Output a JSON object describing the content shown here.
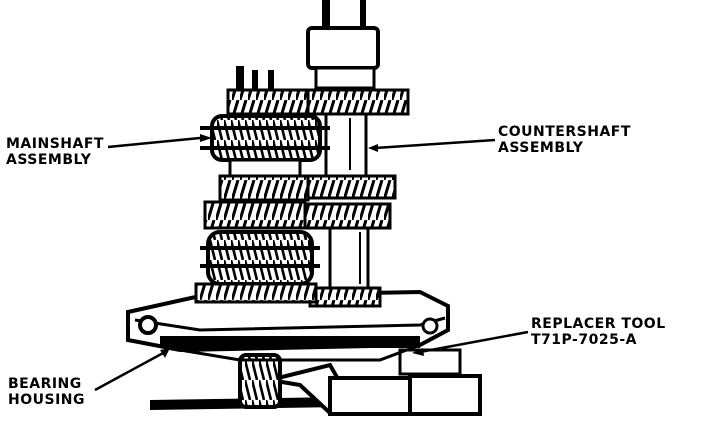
{
  "labels": {
    "mainshaft": {
      "line1": "MAINSHAFT",
      "line2": "ASSEMBLY"
    },
    "countershaft": {
      "line1": "COUNTERSHAFT",
      "line2": "ASSEMBLY"
    },
    "replacer_tool": {
      "line1": "REPLACER TOOL",
      "line2": "T71P-7025-A"
    },
    "bearing_housing": {
      "line1": "BEARING",
      "line2": "HOUSING"
    }
  },
  "colors": {
    "ink": "#000000",
    "paper": "#ffffff"
  }
}
